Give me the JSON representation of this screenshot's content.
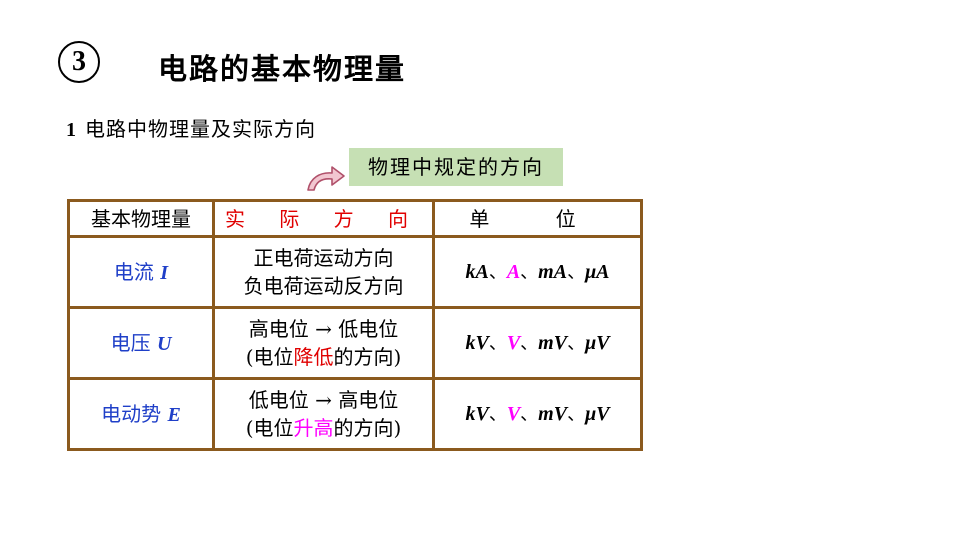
{
  "header": {
    "number": "3",
    "title": "电路的基本物理量"
  },
  "section": {
    "number": "1",
    "title": "电路中物理量及实际方向"
  },
  "callout": "物理中规定的方向",
  "table": {
    "headers": [
      "基本物理量",
      "实 际 方 向",
      "单 位"
    ],
    "rows": [
      {
        "name": "电流",
        "symbol": "I",
        "direction_line1": "正电荷运动方向",
        "direction_line2": "负电荷运动反方向",
        "units": [
          "kA",
          "A",
          "mA",
          "μA"
        ]
      },
      {
        "name": "电压",
        "symbol": "U",
        "direction_line1": "高电位 → 低电位",
        "direction_line2_pre": "(电位",
        "direction_line2_hl": "降低",
        "direction_line2_post": "的方向)",
        "units": [
          "kV",
          "V",
          "mV",
          "μV"
        ]
      },
      {
        "name": "电动势",
        "symbol": "E",
        "direction_line1": "低电位 → 高电位",
        "direction_line2_pre": "(电位",
        "direction_line2_hl": "升高",
        "direction_line2_post": "的方向)",
        "units": [
          "kV",
          "V",
          "mV",
          "μV"
        ]
      }
    ],
    "separator": "、"
  },
  "colors": {
    "border": "#8b5a1e",
    "header_red": "#e00000",
    "highlight_magenta": "#ff00ff",
    "quantity_blue": "#1f3fc8",
    "callout_bg": "#c6e0b4"
  }
}
